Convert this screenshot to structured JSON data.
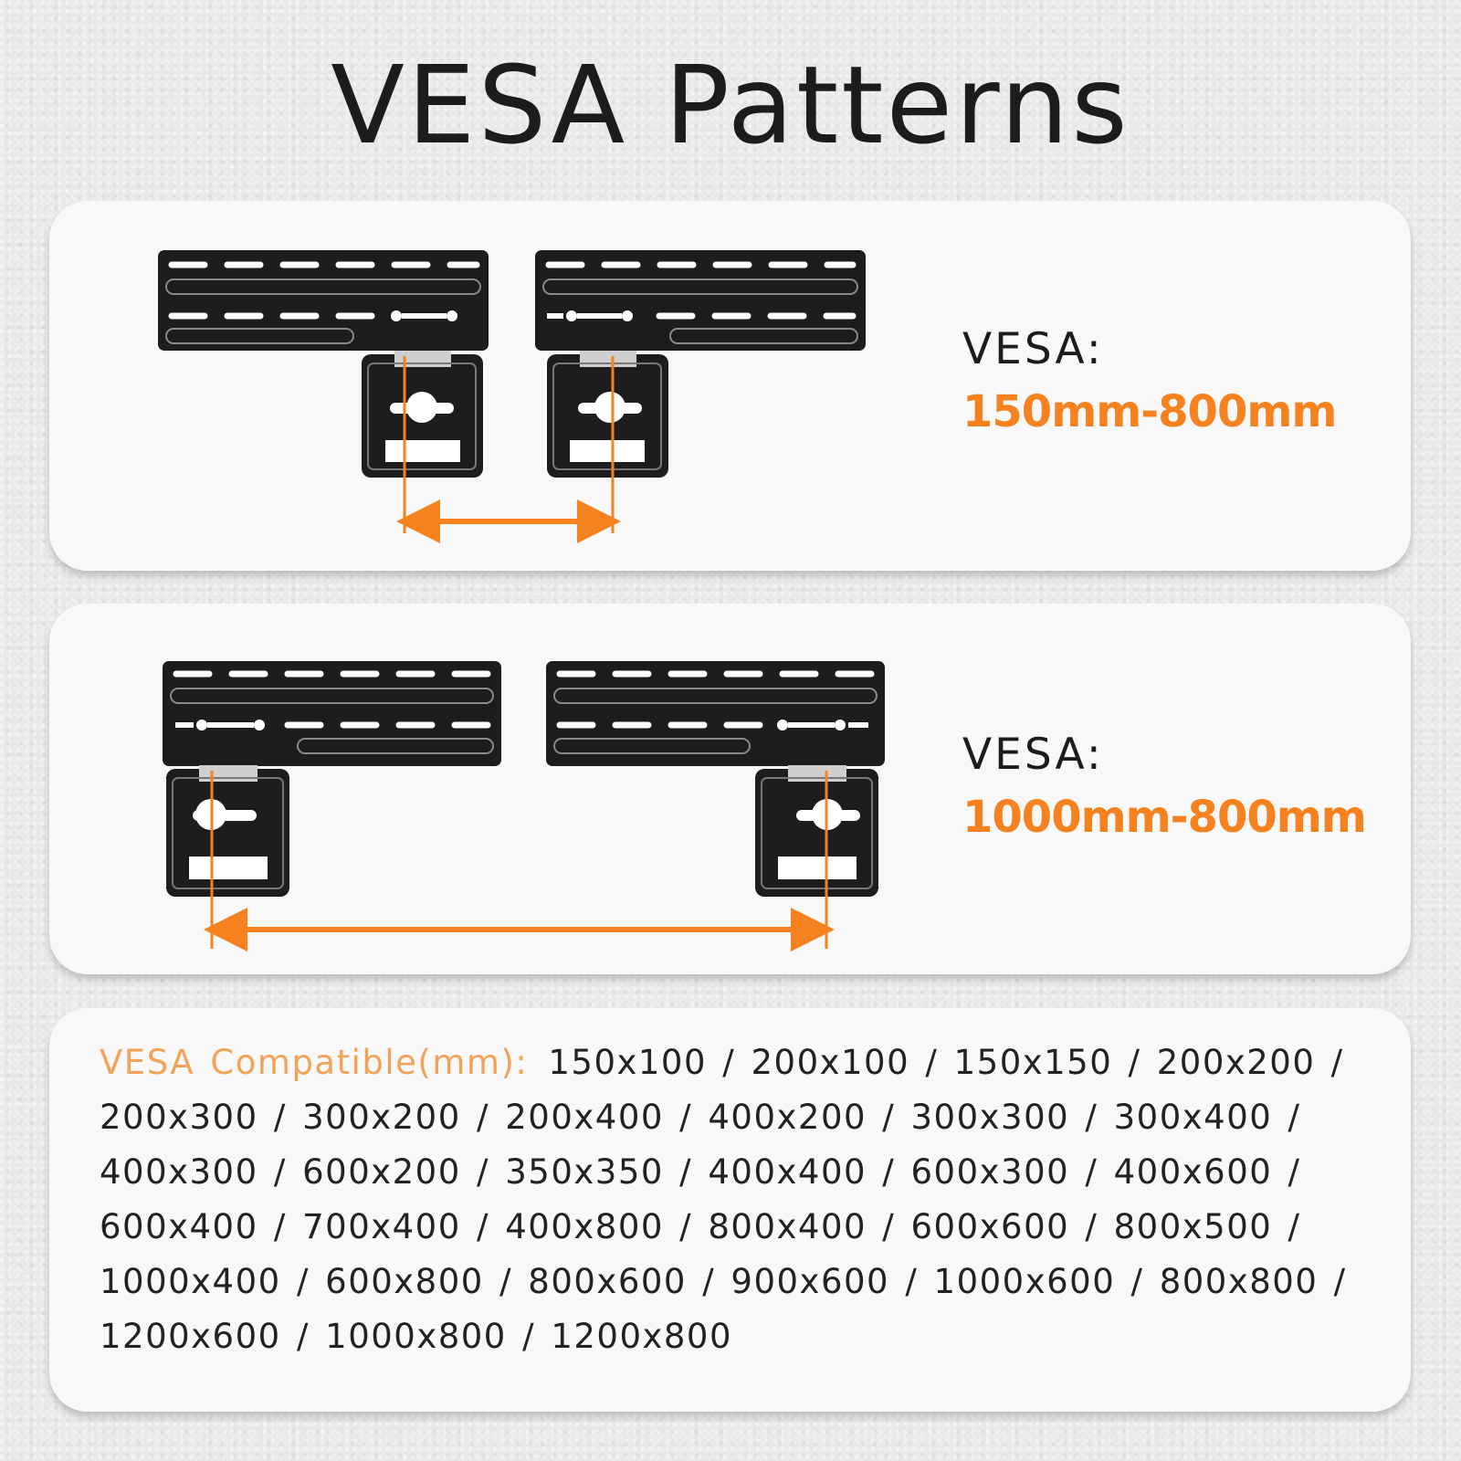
{
  "title": "VESA Patterns",
  "colors": {
    "accent": "#f5821f",
    "label_accent": "#f2a35a",
    "bracket": "#1d1d1d",
    "text": "#1c1c1c",
    "panel": "#f8f8f8"
  },
  "panels": [
    {
      "label": "VESA:",
      "value": "150mm-800mm"
    },
    {
      "label": "VESA:",
      "value": "1000mm-800mm"
    }
  ],
  "compatibility": {
    "label": "VESA Compatible(mm):",
    "list": "150x100 / 200x100 / 150x150 / 200x200 / 200x300 / 300x200 / 200x400 / 400x200 / 300x300 / 300x400 / 400x300 / 600x200 / 350x350 / 400x400 / 600x300 / 400x600 / 600x400 / 700x400 / 400x800 / 800x400 / 600x600 / 800x500 / 1000x400 / 600x800 / 800x600 / 900x600 / 1000x600 / 800x800 / 1200x600 / 1000x800 / 1200x800"
  }
}
